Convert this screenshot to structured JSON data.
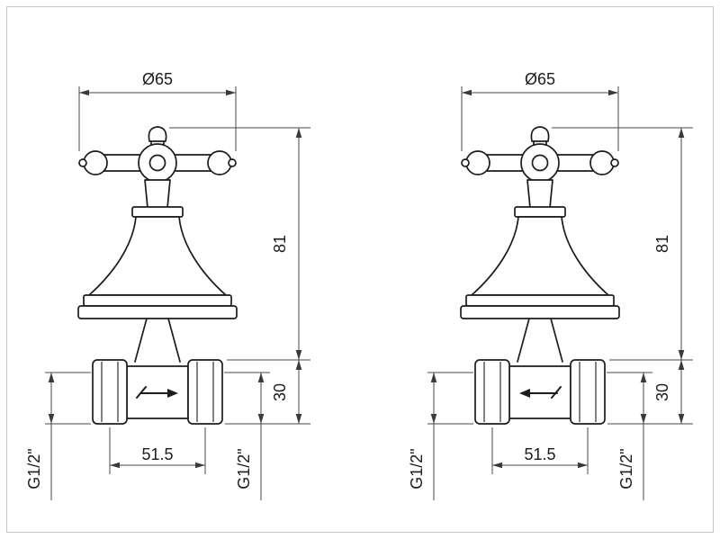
{
  "drawing_title": "concealed-stop-valve-technical-drawing",
  "figures": [
    {
      "name": "left-valve",
      "flow_direction": "right",
      "dims": {
        "diameter": "Ø65",
        "height_upper": "81",
        "height_lower": "30",
        "spacing": "51.5",
        "thread_left": "G1/2\"",
        "thread_right": "G1/2\""
      }
    },
    {
      "name": "right-valve",
      "flow_direction": "left",
      "dims": {
        "diameter": "Ø65",
        "height_upper": "81",
        "height_lower": "30",
        "spacing": "51.5",
        "thread_left": "G1/2\"",
        "thread_right": "G1/2\""
      }
    }
  ],
  "colors": {
    "outline": "#1c1c1c",
    "dimension_line": "#4a4a4a",
    "text": "#1c1c1c",
    "background": "#ffffff",
    "frame": "#c6c6c6"
  }
}
